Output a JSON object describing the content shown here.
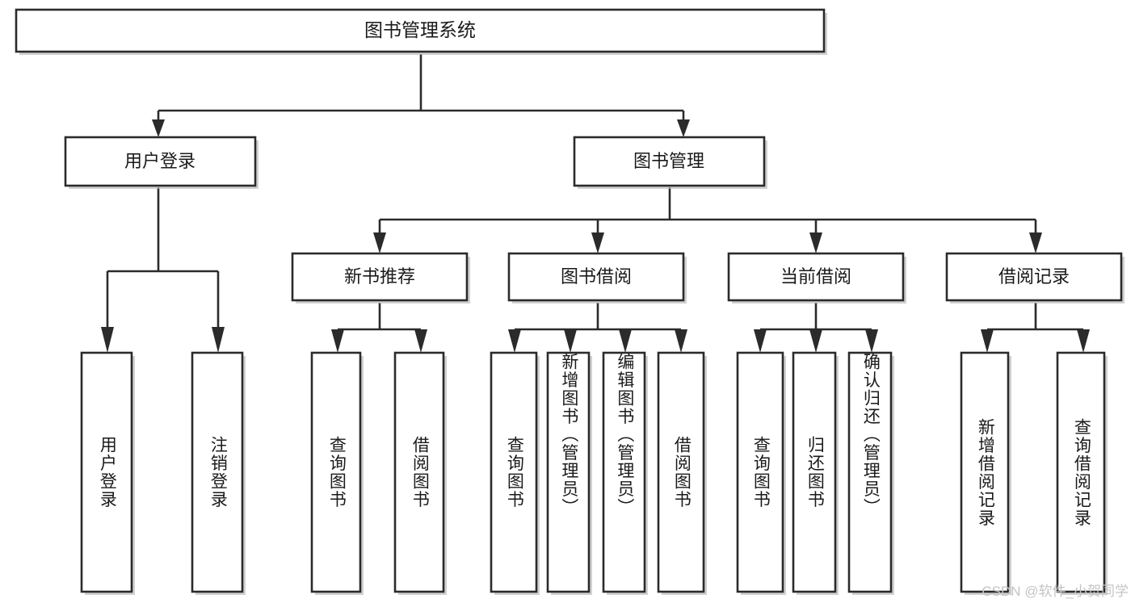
{
  "diagram": {
    "type": "tree",
    "title": "图书管理系统",
    "orientation": "top-down",
    "colors": {
      "box_fill": "#ffffff",
      "box_stroke": "#2b2b2b",
      "text": "#1a1a1a",
      "background": "#ffffff",
      "watermark": "#c4c4c4"
    },
    "root": {
      "id": "root",
      "label": "图书管理系统",
      "level": 0
    },
    "level1": [
      {
        "id": "user-login",
        "label": "用户登录",
        "level": 1
      },
      {
        "id": "book-management",
        "label": "图书管理",
        "level": 1
      }
    ],
    "level2": [
      {
        "id": "new-book-recommend",
        "label": "新书推荐",
        "level": 2,
        "parent": "book-management"
      },
      {
        "id": "book-borrow",
        "label": "图书借阅",
        "level": 2,
        "parent": "book-management"
      },
      {
        "id": "current-borrow",
        "label": "当前借阅",
        "level": 2,
        "parent": "book-management"
      },
      {
        "id": "borrow-record",
        "label": "借阅记录",
        "level": 2,
        "parent": "book-management"
      }
    ],
    "leaves": [
      {
        "id": "leaf-user-login",
        "label": "用户登录",
        "parent": "user-login"
      },
      {
        "id": "leaf-logout-login",
        "label": "注销登录",
        "parent": "user-login"
      },
      {
        "id": "leaf-query-book-1",
        "label": "查询图书",
        "parent": "new-book-recommend"
      },
      {
        "id": "leaf-borrow-book-1",
        "label": "借阅图书",
        "parent": "new-book-recommend"
      },
      {
        "id": "leaf-query-book-2",
        "label": "查询图书",
        "parent": "book-borrow"
      },
      {
        "id": "leaf-add-book",
        "label": "新增图书（管理员）",
        "parent": "book-borrow"
      },
      {
        "id": "leaf-edit-book",
        "label": "编辑图书（管理员）",
        "parent": "book-borrow"
      },
      {
        "id": "leaf-borrow-book-2",
        "label": "借阅图书",
        "parent": "book-borrow"
      },
      {
        "id": "leaf-query-book-3",
        "label": "查询图书",
        "parent": "current-borrow"
      },
      {
        "id": "leaf-return-book",
        "label": "归还图书",
        "parent": "current-borrow"
      },
      {
        "id": "leaf-confirm-return",
        "label": "确认归还（管理员）",
        "parent": "current-borrow"
      },
      {
        "id": "leaf-add-record",
        "label": "新增借阅记录",
        "parent": "borrow-record"
      },
      {
        "id": "leaf-query-record",
        "label": "查询借阅记录",
        "parent": "borrow-record"
      }
    ]
  },
  "watermark": {
    "text": "CSDN @软件_小贺同学"
  }
}
